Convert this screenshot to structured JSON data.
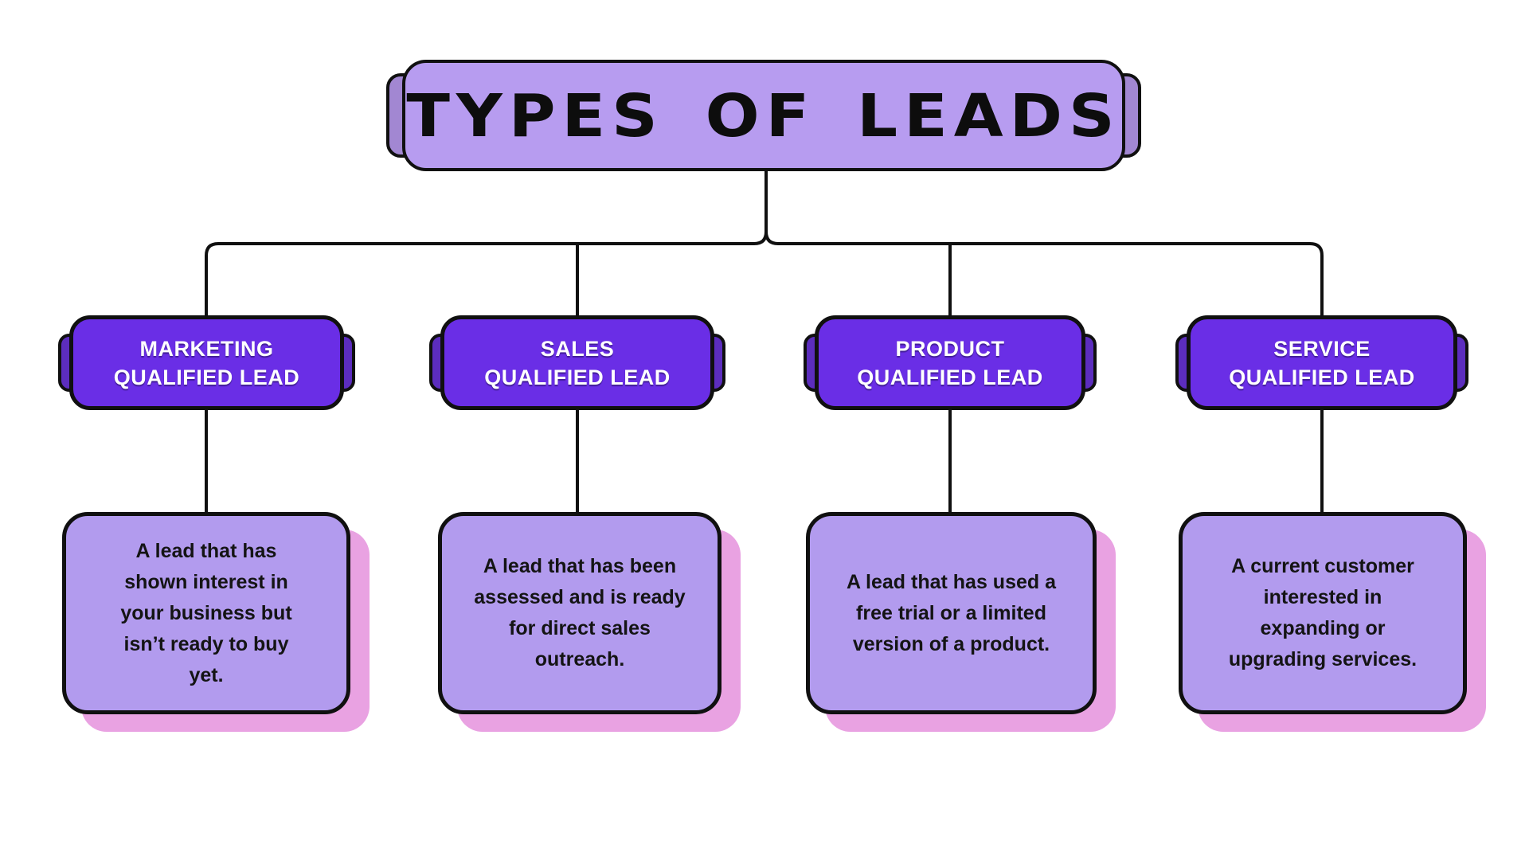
{
  "title": {
    "text": "TYPES OF LEADS"
  },
  "colors": {
    "background": "#ffffff",
    "outline": "#101010",
    "title_fill": "#b79cf0",
    "title_ear": "#a287d2",
    "header_fill": "#6a2ee6",
    "header_ear": "#5c2dbe",
    "header_text": "#ffffff",
    "card_fill": "#b29bee",
    "card_shadow": "#e9a2e2",
    "text": "#141414"
  },
  "nodes": [
    {
      "title_line1": "MARKETING",
      "title_line2": "QUALIFIED LEAD",
      "description": "A lead that has shown interest in your business but isn’t ready to buy yet."
    },
    {
      "title_line1": "SALES",
      "title_line2": "QUALIFIED LEAD",
      "description": "A lead that has been assessed and is ready for direct sales outreach."
    },
    {
      "title_line1": "PRODUCT",
      "title_line2": "QUALIFIED LEAD",
      "description": "A lead that has used a free trial or a limited version of a product."
    },
    {
      "title_line1": "SERVICE",
      "title_line2": "QUALIFIED LEAD",
      "description": "A current customer interested in expanding or upgrading services."
    }
  ]
}
